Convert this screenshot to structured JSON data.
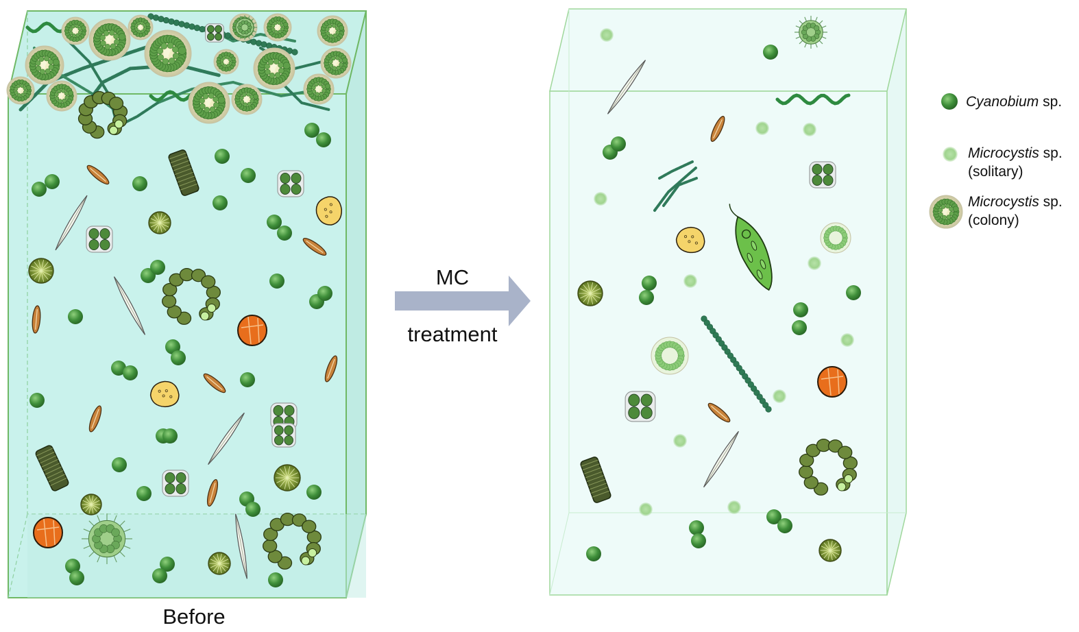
{
  "labels": {
    "before": "Before",
    "arrow_top": "MC",
    "arrow_bottom": "treatment"
  },
  "legend": {
    "cyanobium": {
      "italic": "Cyanobium",
      "suffix": " sp."
    },
    "microcystis_solitary": {
      "italic": "Microcystis",
      "suffix": " sp.",
      "line2": "(solitary)"
    },
    "microcystis_colony": {
      "italic": "Microcystis",
      "suffix": " sp.",
      "line2": "(colony)"
    }
  },
  "colors": {
    "tank_before": "#c9f2ec",
    "tank_after": "#eefbf9",
    "tank_edge": "#7fc474",
    "cyanobium": "#3f8f3a",
    "microcystis_solitary": "#a8d89a",
    "colony_ring": "#d9d3b6",
    "colony_cells": "#5f9f4a",
    "filament": "#2f7a5a",
    "arrow": "#aab4c8",
    "dinoflagellate": "#e86e1c",
    "cryptomonad": "#f5d46a",
    "euglena": "#6cc04a",
    "diatom": "#c8823a"
  },
  "icons": [
    "cyanobium-cell-icon",
    "microcystis-solitary-icon",
    "microcystis-colony-icon",
    "filament-icon",
    "diatom-icon",
    "pennate-diatom-icon",
    "centric-diatom-icon",
    "desmid-icon",
    "dinoflagellate-icon",
    "cryptomonad-icon",
    "euglena-icon",
    "ring-colony-icon",
    "pediastrum-icon"
  ]
}
